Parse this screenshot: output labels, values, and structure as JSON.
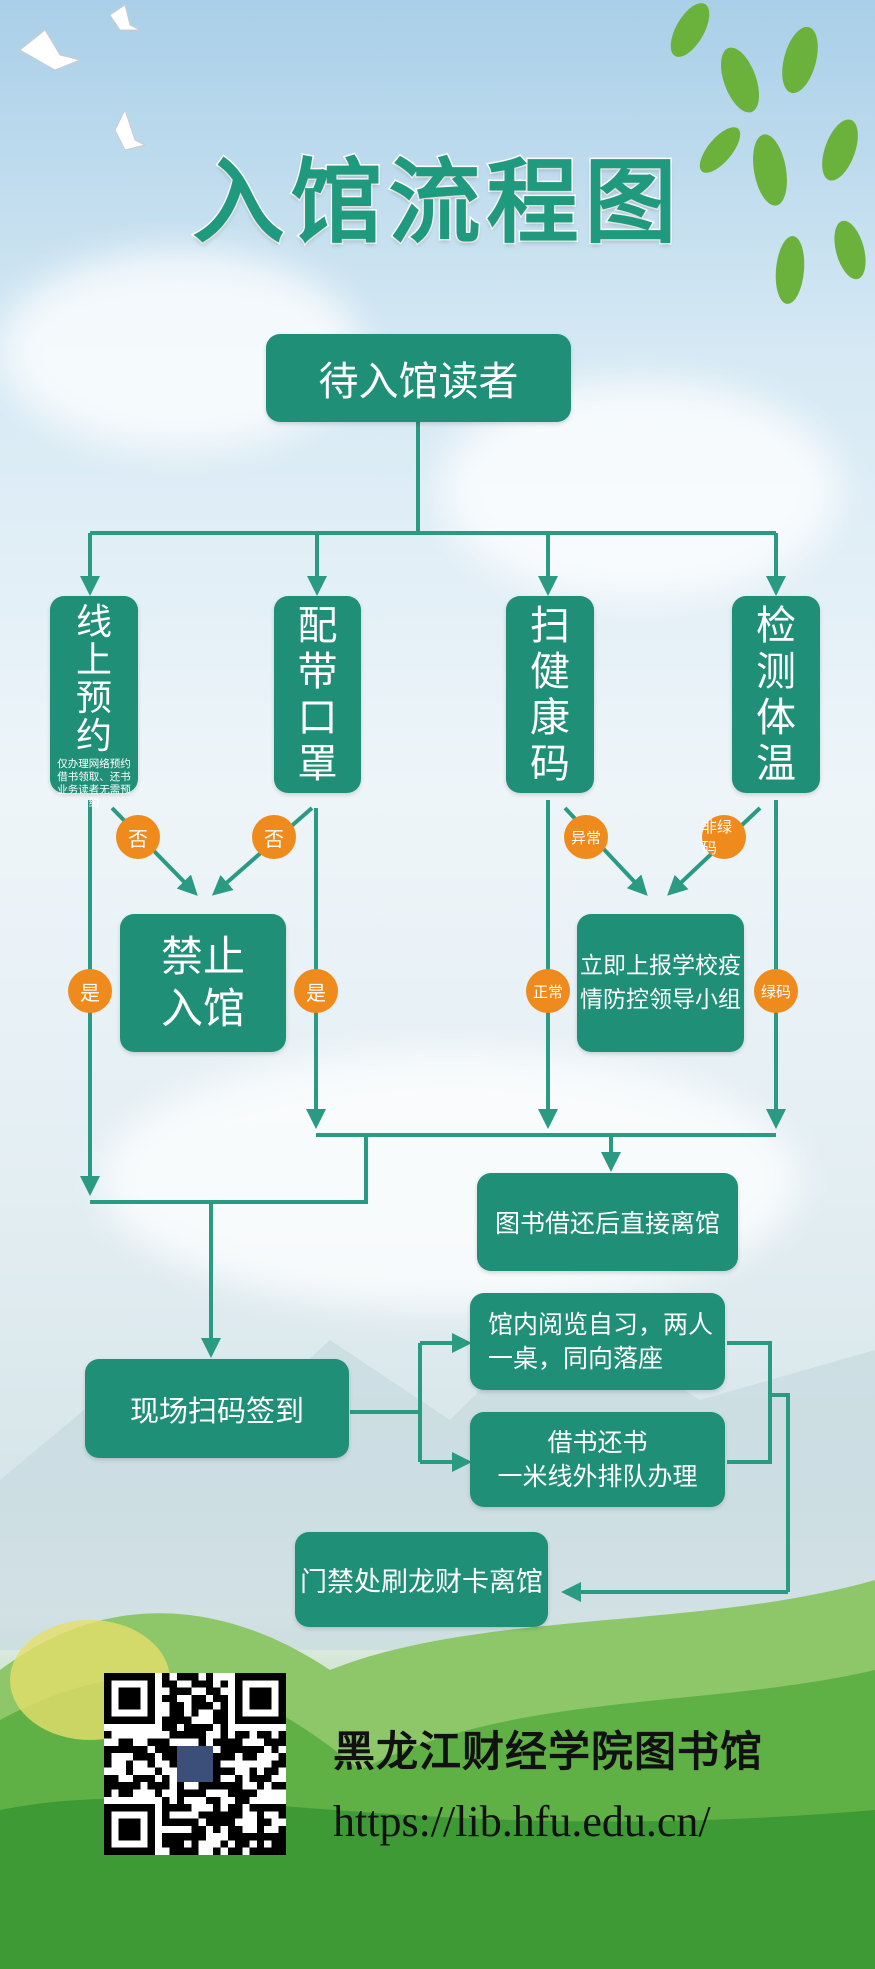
{
  "title": "入馆流程图",
  "start": "待入馆读者",
  "checks": [
    {
      "label": [
        "线",
        "上",
        "预",
        "约"
      ],
      "note": "仅办理网络预约借书领取、还书业务读者无需预约"
    },
    {
      "label": [
        "配",
        "带",
        "口",
        "罩"
      ]
    },
    {
      "label": [
        "扫",
        "健",
        "康",
        "码"
      ]
    },
    {
      "label": [
        "检",
        "测",
        "体",
        "温"
      ]
    }
  ],
  "badges": {
    "no1": "否",
    "no2": "否",
    "yes1": "是",
    "yes2": "是",
    "abnormal": "异常",
    "not_green": "非绿码",
    "normal": "正常",
    "green": "绿码"
  },
  "deny": [
    "禁止",
    "入馆"
  ],
  "report": [
    "立即上报学校疫",
    "情防控领导小组"
  ],
  "borrow_leave": "图书借还后直接离馆",
  "signin": "现场扫码签到",
  "reading": [
    "馆内阅览自习，两人",
    "一桌，同向落座"
  ],
  "borrowing": [
    "借书还书",
    "一米线外排队办理"
  ],
  "exit": "门禁处刷龙财卡离馆",
  "footer": {
    "name": "黑龙江财经学院图书馆",
    "url": "https://lib.hfu.edu.cn/"
  },
  "colors": {
    "box": "#208f78",
    "line": "#2a9a82",
    "badge": "#ef8a1c",
    "title": "#1f9a7e"
  }
}
